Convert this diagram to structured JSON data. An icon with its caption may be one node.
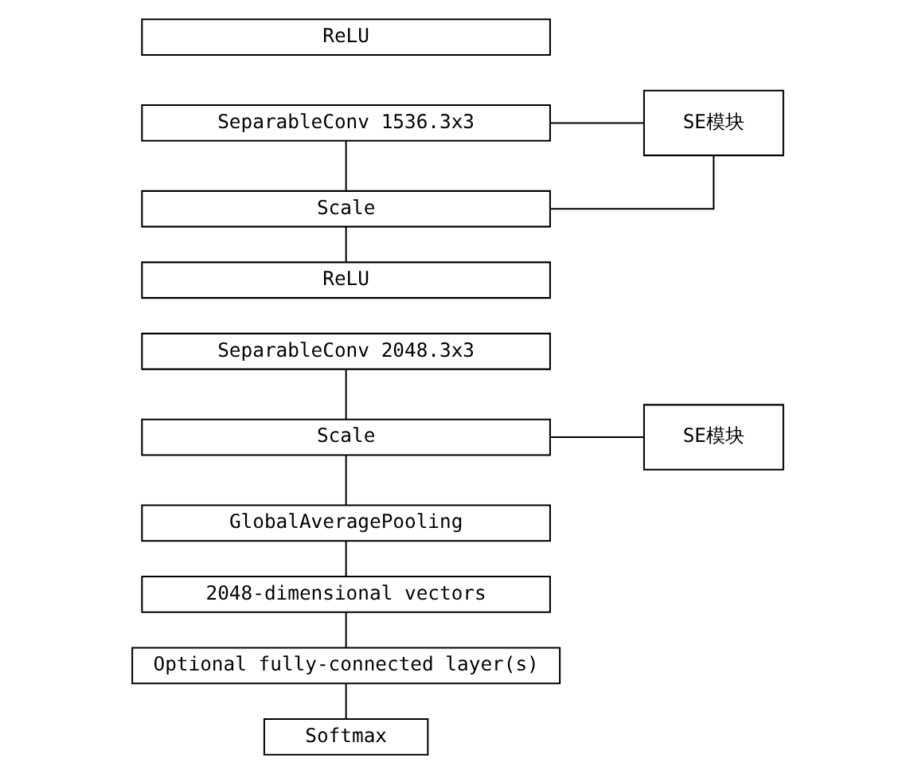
{
  "diagram": {
    "nodes": [
      {
        "text": [
          "ReLU"
        ]
      },
      {
        "text": [
          "SeparableConv 1536.3x3"
        ]
      },
      {
        "text": [
          "SE模块"
        ]
      },
      {
        "text": [
          "Scale"
        ]
      },
      {
        "text": [
          "ReLU"
        ]
      },
      {
        "text": [
          "SeparableConv 2048.3x3"
        ]
      },
      {
        "text": [
          "SE模块"
        ]
      },
      {
        "text": [
          "Scale"
        ]
      },
      {
        "text": [
          "GlobalAveragePooling"
        ]
      },
      {
        "text": [
          "2048-dimensional vectors"
        ]
      },
      {
        "text": [
          "Optional fully-connected layer(s)"
        ]
      },
      {
        "text": [
          "Softmax"
        ]
      }
    ],
    "edges": [
      {
        "from": 1,
        "to": 2,
        "arrow": "none"
      },
      {
        "from": 1,
        "to": 3,
        "arrow": "none"
      },
      {
        "from": 2,
        "to": 3,
        "arrow": "none"
      },
      {
        "from": 3,
        "to": 4,
        "arrow": "none"
      },
      {
        "from": 5,
        "to": 7,
        "arrow": "none"
      },
      {
        "from": 7,
        "to": 6,
        "arrow": "none"
      },
      {
        "from": 7,
        "to": 8,
        "arrow": "none"
      },
      {
        "from": 8,
        "to": 9,
        "arrow": "none"
      },
      {
        "from": 9,
        "to": 10,
        "arrow": "none"
      },
      {
        "from": 10,
        "to": 11,
        "arrow": "none"
      }
    ]
  }
}
